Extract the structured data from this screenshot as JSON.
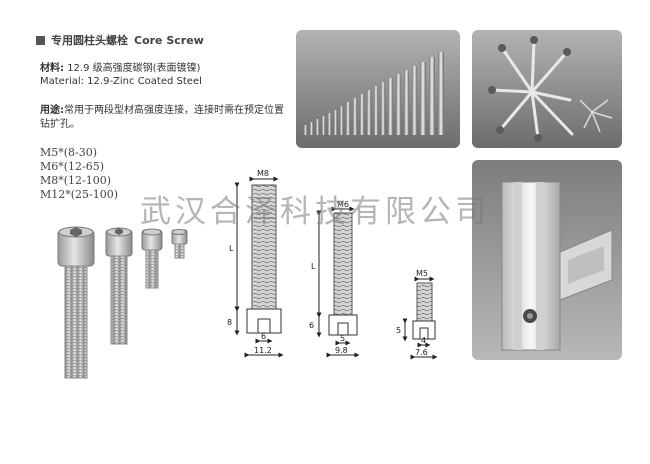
{
  "header": {
    "title_cn": "专用圆柱头螺栓",
    "title_en": "Core Screw"
  },
  "material": {
    "line_cn_label": "材料:",
    "line_cn_value": "12.9 级高强度碳钢(表面镀镍)",
    "line_en": "Material: 12.9-Zinc Coated Steel"
  },
  "usage": {
    "label": "用途:",
    "text": "常用于两段型材高强度连接，连接时需在预定位置钻扩孔。"
  },
  "sizes": [
    "M5*(8-30)",
    "M6*(12-65)",
    "M8*(12-100)",
    "M12*(25-100)"
  ],
  "watermark": "武汉合泽科技有限公司",
  "drawings": {
    "m8": {
      "thread": "M8",
      "length": "L",
      "head_h": "8",
      "socket": "6",
      "head_d": "11.2"
    },
    "m6": {
      "thread": "M6",
      "length": "L",
      "head_h": "6",
      "socket": "5",
      "head_d": "9.8"
    },
    "m5": {
      "thread": "M5",
      "head_h": "5",
      "socket": "4",
      "head_d": "7.6"
    }
  },
  "colors": {
    "photo_bg": "#8a8a8a",
    "steel": "#c8c8c8",
    "square": "#555555"
  }
}
